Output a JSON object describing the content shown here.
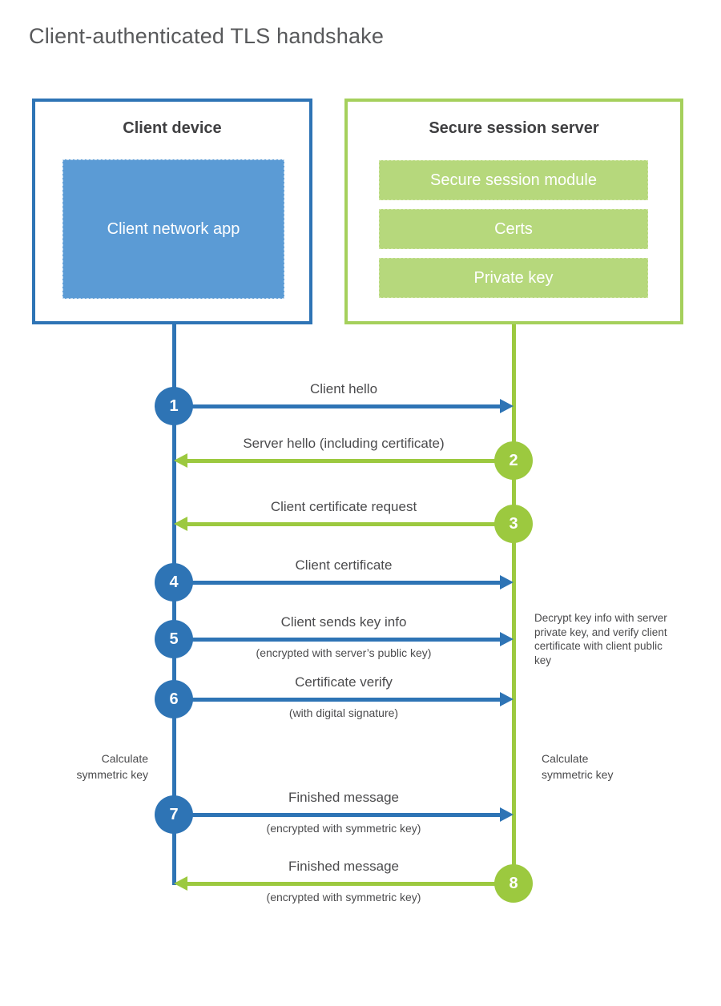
{
  "title": "Client-authenticated TLS handshake",
  "colors": {
    "blue": "#2e74b5",
    "blue_fill": "#5b9bd5",
    "green": "#9cc93f",
    "green_border": "#a5d05c",
    "green_fill": "#b6d87c"
  },
  "client_box": {
    "title": "Client device",
    "app": "Client network app"
  },
  "server_box": {
    "title": "Secure session server",
    "modules": [
      "Secure session module",
      "Certs",
      "Private key"
    ]
  },
  "steps": [
    {
      "num": "1",
      "label": "Client hello",
      "sub": "",
      "direction": "left-to-right",
      "color": "blue"
    },
    {
      "num": "2",
      "label": "Server hello (including certificate)",
      "sub": "",
      "direction": "right-to-left",
      "color": "green"
    },
    {
      "num": "3",
      "label": "Client certificate request",
      "sub": "",
      "direction": "right-to-left",
      "color": "green"
    },
    {
      "num": "4",
      "label": "Client certificate",
      "sub": "",
      "direction": "left-to-right",
      "color": "blue"
    },
    {
      "num": "5",
      "label": "Client sends key info",
      "sub": "(encrypted with server’s public key)",
      "direction": "left-to-right",
      "color": "blue"
    },
    {
      "num": "6",
      "label": "Certificate verify",
      "sub": "(with digital signature)",
      "direction": "left-to-right",
      "color": "blue"
    },
    {
      "num": "7",
      "label": "Finished message",
      "sub": "(encrypted with symmetric key)",
      "direction": "left-to-right",
      "color": "blue"
    },
    {
      "num": "8",
      "label": "Finished message",
      "sub": "(encrypted with symmetric key)",
      "direction": "right-to-left",
      "color": "green"
    }
  ],
  "notes": {
    "decrypt": "Decrypt key info with server private key, and verify client certificate with client public key",
    "calc_left": "Calculate symmetric key",
    "calc_right": "Calculate symmetric key"
  }
}
